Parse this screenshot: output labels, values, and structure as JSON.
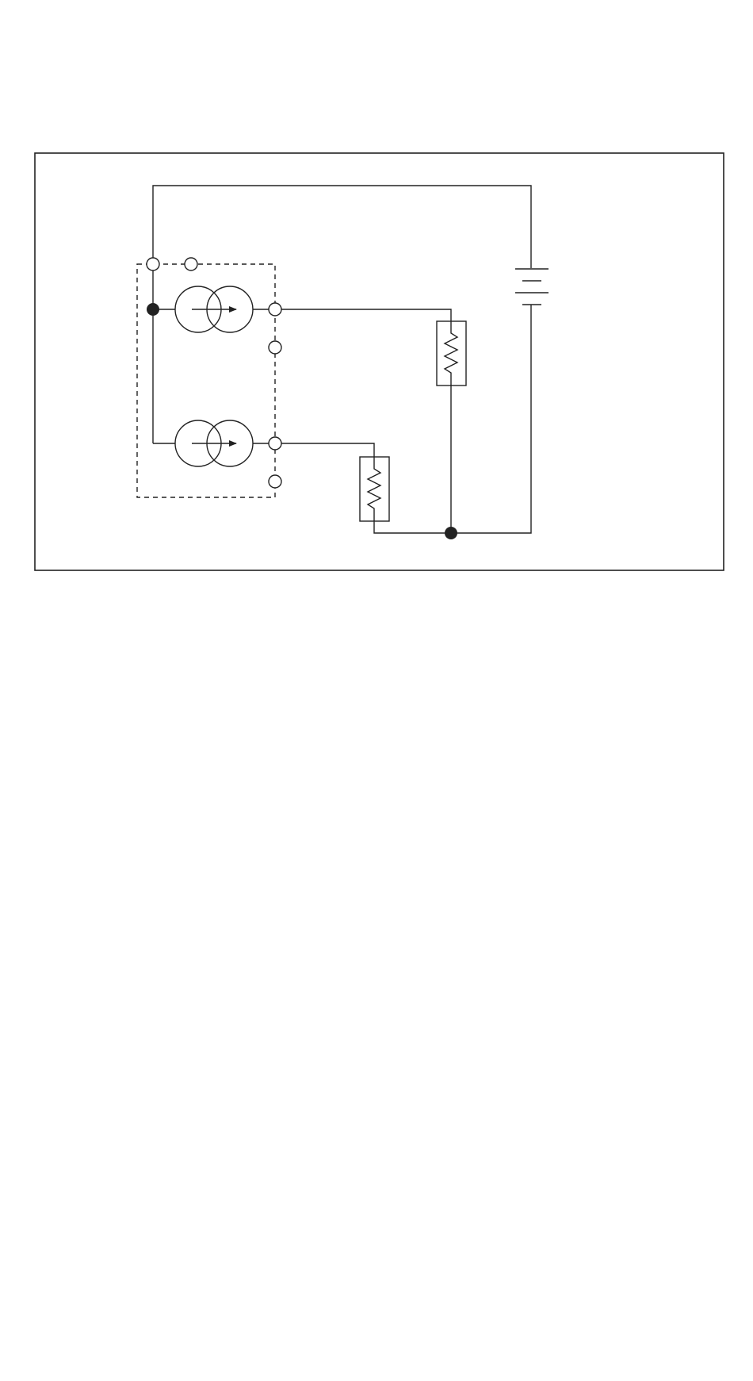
{
  "diagram": {
    "kind": "circuit-schematic",
    "colors": {
      "line": "#222222",
      "background": "#ffffff",
      "node_fill": "#222222",
      "terminal_fill": "#ffffff"
    },
    "components": [
      {
        "type": "battery",
        "name": "battery"
      },
      {
        "type": "transformer-current-source",
        "name": "transformer-top"
      },
      {
        "type": "transformer-current-source",
        "name": "transformer-bottom"
      },
      {
        "type": "resistor",
        "name": "resistor-right"
      },
      {
        "type": "resistor",
        "name": "resistor-lower"
      },
      {
        "type": "dashed-enclosure",
        "name": "module-enclosure"
      }
    ],
    "labels": []
  }
}
